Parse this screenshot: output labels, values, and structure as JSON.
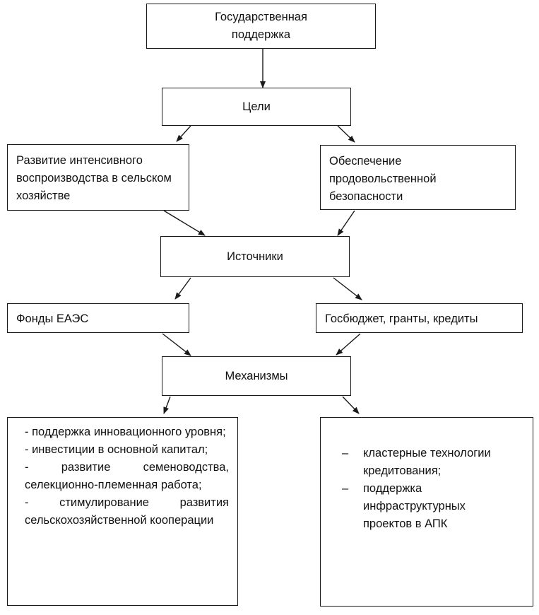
{
  "nodes": {
    "support": "Государственная поддержка",
    "goals": "Цели",
    "goal_left": "Развитие интенсивного воспроизводства в сельском хозяйстве",
    "goal_right": "Обеспечение продовольственной безопасности",
    "sources": "Источники",
    "source_left": "Фонды ЕАЭС",
    "source_right": "Госбюджет, гранты, кредиты",
    "mechanisms": "Механизмы"
  },
  "mechanisms_left": [
    "- поддержка инновационного уровня;",
    "- инвестиции в основной капитал;",
    "- развитие семеноводства, селекционно-племенная работа;",
    "- стимулирование развития сельскохозяйственной кооперации"
  ],
  "mechanisms_right": [
    "кластерные технологии кредитования;",
    "поддержка инфраструктурных проектов в АПК"
  ]
}
